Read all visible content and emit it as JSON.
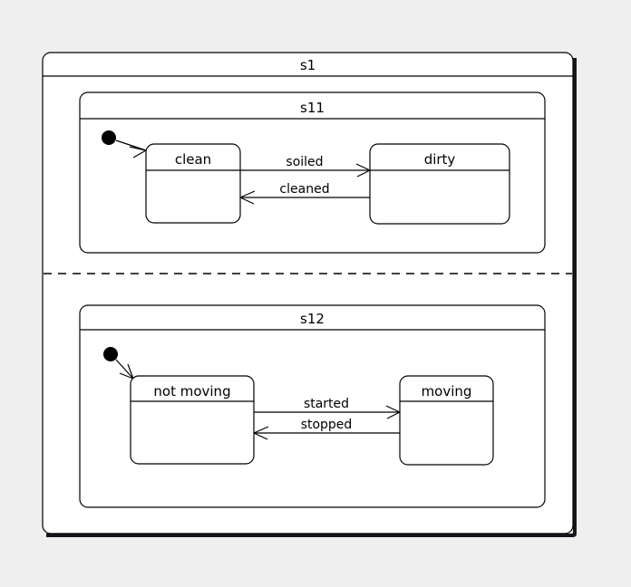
{
  "diagram": {
    "kind": "uml-state-machine",
    "background_color": "#efefef",
    "line_color": "#000000",
    "fill_color": "#ffffff",
    "shadow_color": "#16161e"
  },
  "composite_state": {
    "name": "s1",
    "regions": [
      {
        "name": "s11",
        "initial_pseudostate": "initial-state-dot",
        "states": [
          {
            "name": "clean"
          },
          {
            "name": "dirty"
          }
        ],
        "transitions": [
          {
            "label": "soiled",
            "from": "clean",
            "to": "dirty",
            "direction": "right"
          },
          {
            "label": "cleaned",
            "from": "dirty",
            "to": "clean",
            "direction": "left"
          },
          {
            "label": "",
            "from": "initial",
            "to": "clean",
            "direction": "right"
          }
        ]
      },
      {
        "name": "s12",
        "initial_pseudostate": "initial-state-dot",
        "states": [
          {
            "name": "not moving"
          },
          {
            "name": "moving"
          }
        ],
        "transitions": [
          {
            "label": "started",
            "from": "not moving",
            "to": "moving",
            "direction": "right"
          },
          {
            "label": "stopped",
            "from": "moving",
            "to": "not moving",
            "direction": "left"
          },
          {
            "label": "",
            "from": "initial",
            "to": "not moving",
            "direction": "right"
          }
        ]
      }
    ]
  }
}
